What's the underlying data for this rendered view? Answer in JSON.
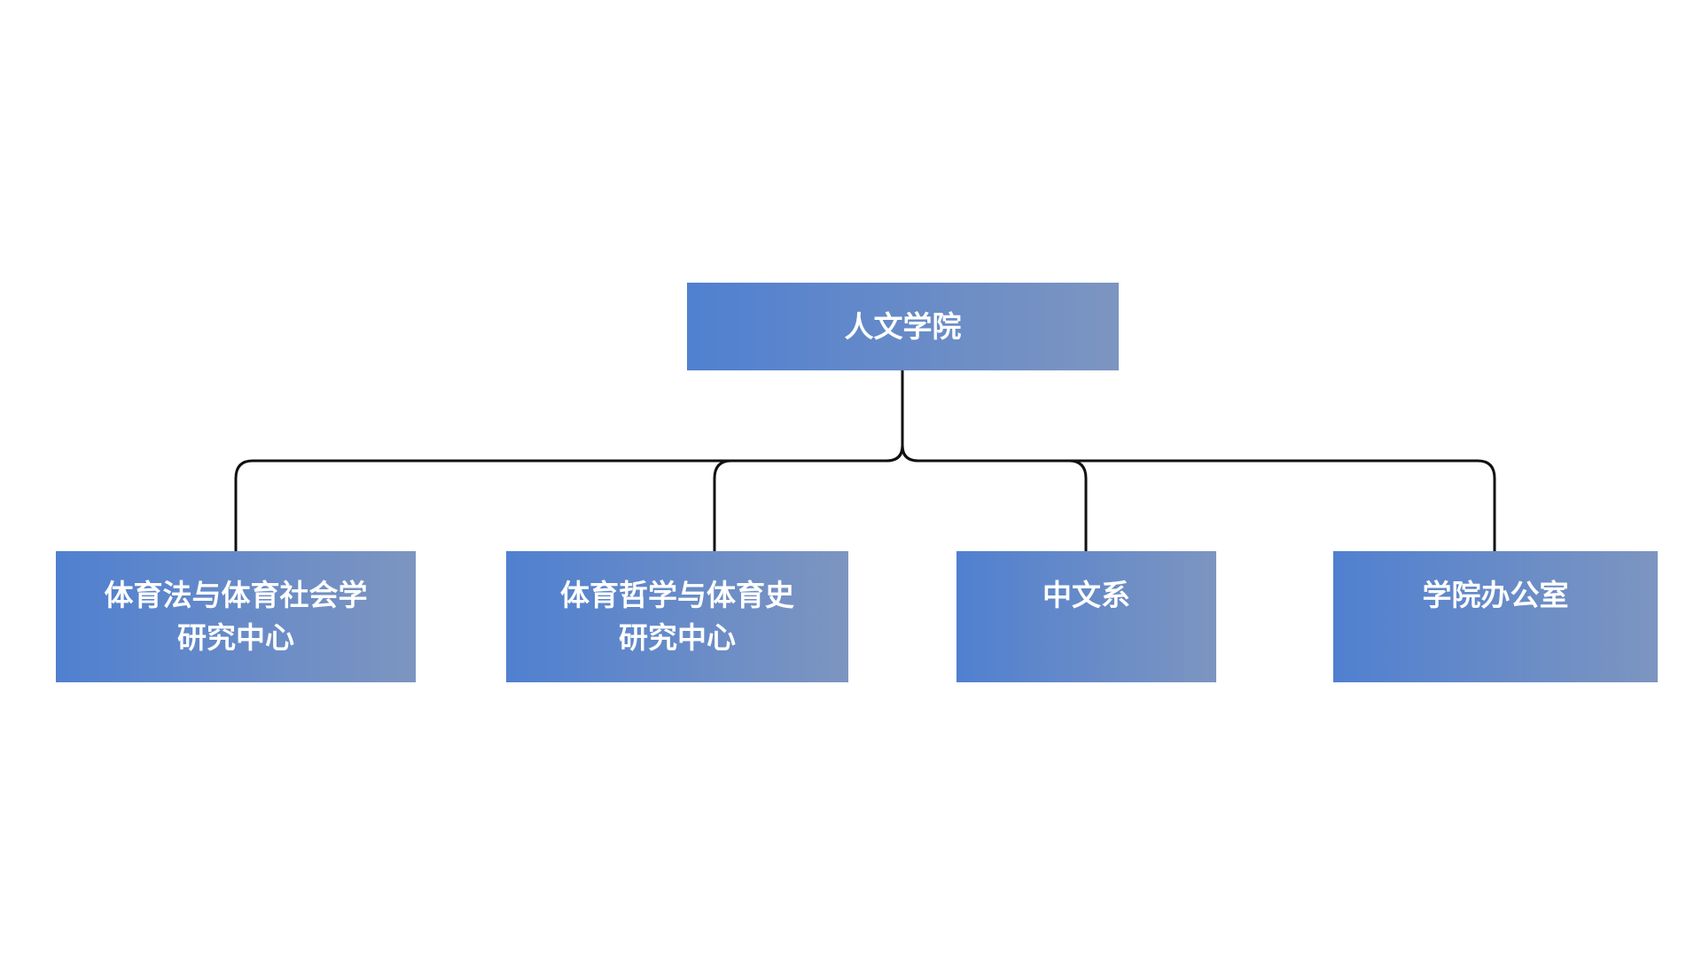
{
  "diagram": {
    "type": "org-chart",
    "root": {
      "label": "人文学院"
    },
    "children": [
      {
        "label": "体育法与体育社会学\n研究中心"
      },
      {
        "label": "体育哲学与体育史\n研究中心"
      },
      {
        "label": "中文系"
      },
      {
        "label": "学院办公室"
      }
    ]
  },
  "colors": {
    "node_gradient_start": "#5080d0",
    "node_gradient_end": "#7d95c0",
    "node_text": "#ffffff",
    "connector": "#111111",
    "background": "#ffffff"
  }
}
